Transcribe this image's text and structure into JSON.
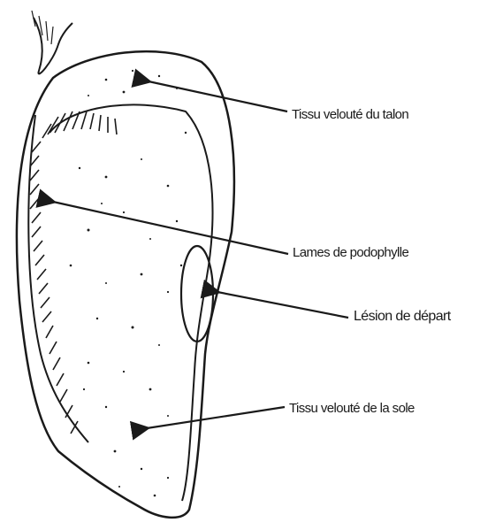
{
  "labels": {
    "heel_tissue": "Tissu velouté du talon",
    "laminae": "Lames de podophylle",
    "initial_lesion": "Lésion de départ",
    "sole_tissue": "Tissu velouté de la sole"
  },
  "colors": {
    "ink": "#1a1a1a",
    "background": "#ffffff"
  }
}
